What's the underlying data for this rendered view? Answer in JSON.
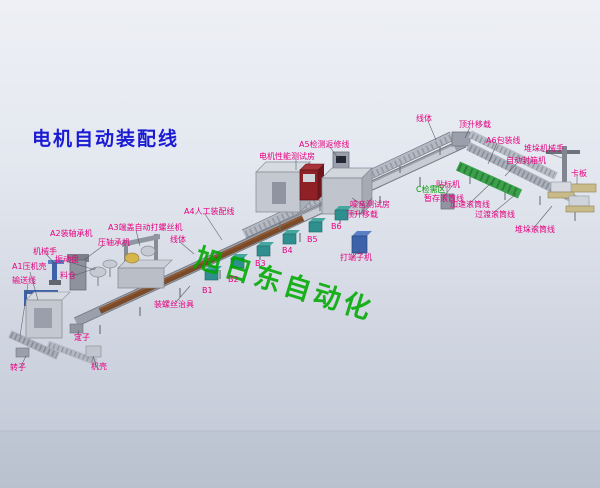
{
  "title": "电机自动装配线",
  "watermark": "旭日东自动化",
  "colors": {
    "title_blue": "#1b1bd4",
    "label_magenta": "#e6007e",
    "label_green": "#009a00",
    "watermark_green": "#00a800",
    "belt_brown": "#7b4a28",
    "packing_conveyor_green": "#3aa24b",
    "background_top": "#eef0f5",
    "background_bottom": "#c0c7d4"
  },
  "labels": {
    "line_body_top": "线体",
    "lift_transfer_right": "顶升移载",
    "a6_packing_line": "A6包装线",
    "stacking_robot": "堆垛机械手",
    "auto_carton_sealer": "自动封箱机",
    "pallet": "卡板",
    "a5_test_repair_line": "A5检测返修线",
    "motor_performance_test_room": "电机性能测试房",
    "labeling_machine": "贴标机",
    "c_inspection_area": "C检需区",
    "buffer_roller_line": "暂存滚筒线",
    "noise_test_room": "噪音测试房",
    "accelerating_roller_line": "加速滚筒线",
    "transition_roller_line": "过渡滚筒线",
    "stacking_roller_line": "堆垛滚筒线",
    "lift_transfer_left": "顶升移载",
    "a4_manual_assembly_line": "A4人工装配线",
    "line_body_mid": "线体",
    "a3_screw_machine": "A3端盖自动打螺丝机",
    "a2_bearing_machine": "A2装轴承机",
    "bearing_press": "压轴承机",
    "robot_arm": "机械手",
    "vibration_bowl": "振动盘",
    "material_bin": "料仓",
    "a1_press_housing": "A1压机壳",
    "conveyor_line": "输送线",
    "b1": "B1",
    "b2": "B2",
    "b3": "B3",
    "b4": "B4",
    "b5": "B5",
    "b6": "B6",
    "terminal_machine": "打端子机",
    "screw_fixture": "装螺丝治具",
    "stator": "定子",
    "rotor": "转子",
    "housing": "机壳"
  }
}
